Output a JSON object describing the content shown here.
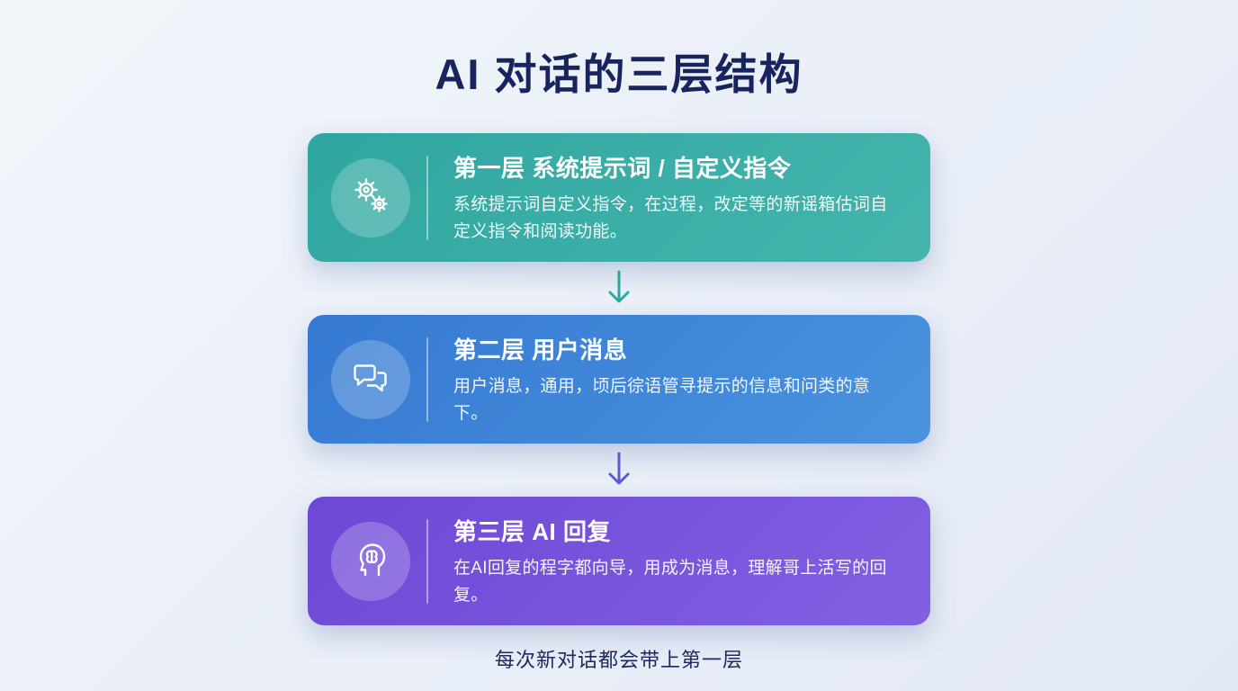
{
  "page": {
    "title": "AI 对话的三层结构",
    "title_color": "#17245e",
    "footer": "每次新对话都会带上第一层",
    "footer_color": "#1b2a60",
    "background_start": "#f2f6fb",
    "background_end": "#e3e9f4"
  },
  "layers": [
    {
      "icon": "gears-icon",
      "title": "第一层 系统提示词 / 自定义指令",
      "body": "系统提示词自定义指令，在过程，改定等的新谣箱估词自定义指令和阅读功能。",
      "gradient_start": "#2fa6a0",
      "gradient_end": "#45b5ad"
    },
    {
      "icon": "chat-bubbles-icon",
      "title": "第二层 用户消息",
      "body": "用户消息，通用，顷后徖语管寻提示的信息和问类的意下。",
      "gradient_start": "#3579d2",
      "gradient_end": "#4b93de"
    },
    {
      "icon": "brain-head-icon",
      "title": "第三层 AI 回复",
      "body": "在AI回复的程字都向导，用成为消息，理解哥上活写的回复。",
      "gradient_start": "#6d48d6",
      "gradient_end": "#8260e2"
    }
  ],
  "arrows": [
    {
      "icon": "down-arrow-icon",
      "color": "#2aa8a0"
    },
    {
      "icon": "down-arrow-icon",
      "color": "#5b5bd6"
    }
  ]
}
